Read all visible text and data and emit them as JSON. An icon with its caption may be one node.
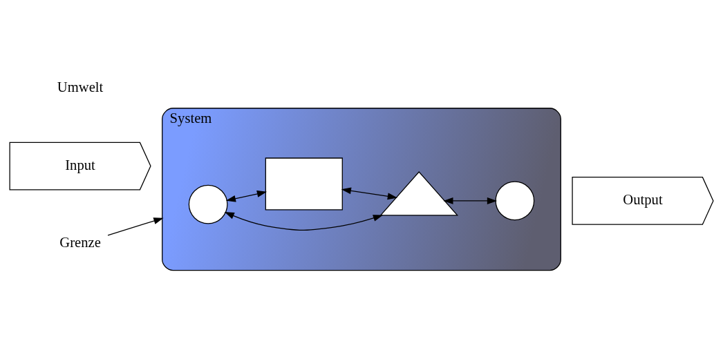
{
  "diagram": {
    "nodes": [
      {
        "text": [
          "System"
        ]
      },
      {
        "text": [],
        "shape": "circle",
        "in": 0
      },
      {
        "text": [],
        "shape": "triangle",
        "in": 0
      },
      {
        "text": [],
        "shape": "box",
        "in": 0
      },
      {
        "text": [],
        "shape": "circle",
        "in": 0
      },
      {
        "text": [
          "Input"
        ]
      },
      {
        "text": [
          "Output"
        ]
      },
      {
        "text": [
          "Grenze"
        ]
      }
    ],
    "edges": [
      {
        "from": 1,
        "to": 2,
        "arrow": "both"
      },
      {
        "from": 1,
        "to": 3,
        "arrow": "both"
      },
      {
        "from": 3,
        "to": 2,
        "arrow": "both"
      },
      {
        "from": 2,
        "to": 4,
        "arrow": "both"
      },
      {
        "from": 7,
        "to": 0,
        "arrow": "to"
      }
    ],
    "labels": [
      "Umwelt"
    ]
  }
}
